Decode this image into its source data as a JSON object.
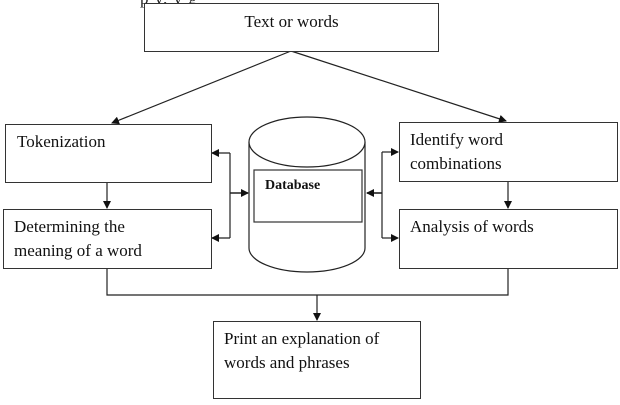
{
  "page": {
    "clipped_top_text": "p          y, y  g"
  },
  "diagram": {
    "nodes": {
      "input": "Text or words",
      "tokenization": "Tokenization",
      "meaning": "Determining the\nmeaning of a word",
      "database": "Database",
      "combinations": "Identify word\ncombinations",
      "analysis": "Analysis of words",
      "output": "Print an explanation of\nwords and phrases"
    },
    "edges": [
      {
        "from": "input",
        "to": "tokenization"
      },
      {
        "from": "input",
        "to": "combinations"
      },
      {
        "from": "tokenization",
        "to": "meaning"
      },
      {
        "from": "combinations",
        "to": "analysis"
      },
      {
        "from": "database",
        "to": "tokenization",
        "bidirectional": true
      },
      {
        "from": "database",
        "to": "meaning",
        "bidirectional": true
      },
      {
        "from": "database",
        "to": "combinations",
        "bidirectional": true
      },
      {
        "from": "database",
        "to": "analysis",
        "bidirectional": true
      },
      {
        "from": "meaning",
        "to": "output"
      },
      {
        "from": "analysis",
        "to": "output"
      }
    ],
    "colors": {
      "stroke": "#222222",
      "background": "#ffffff"
    }
  }
}
